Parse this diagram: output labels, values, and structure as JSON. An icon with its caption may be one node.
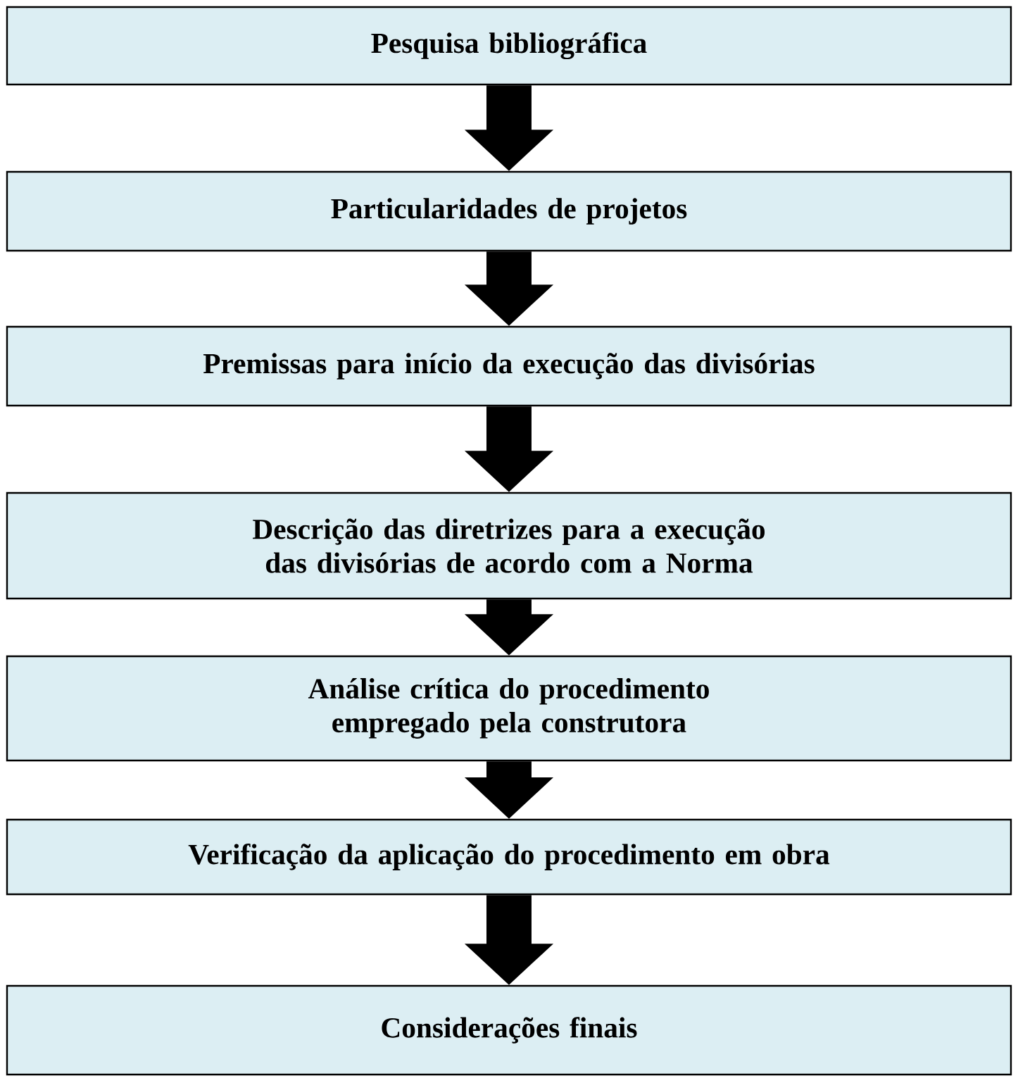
{
  "diagram": {
    "nodes": [
      {
        "text": [
          "Pesquisa bibliográfica"
        ]
      },
      {
        "text": [
          "Particularidades de projetos"
        ]
      },
      {
        "text": [
          "Premissas para início da execução das divisórias"
        ]
      },
      {
        "text": [
          "Descrição das diretrizes para a execução das divisórias de acordo com a Norma"
        ]
      },
      {
        "text": [
          "Análise crítica do procedimento empregado pela construtora"
        ]
      },
      {
        "text": [
          "Verificação da aplicação do procedimento em obra"
        ]
      },
      {
        "text": [
          "Considerações finais"
        ]
      }
    ],
    "edges": [
      {
        "from": 0,
        "to": 1,
        "arrow": "to"
      },
      {
        "from": 1,
        "to": 2,
        "arrow": "to"
      },
      {
        "from": 2,
        "to": 3,
        "arrow": "to"
      },
      {
        "from": 3,
        "to": 4,
        "arrow": "to"
      },
      {
        "from": 4,
        "to": 5,
        "arrow": "to"
      },
      {
        "from": 5,
        "to": 6,
        "arrow": "to"
      }
    ]
  }
}
